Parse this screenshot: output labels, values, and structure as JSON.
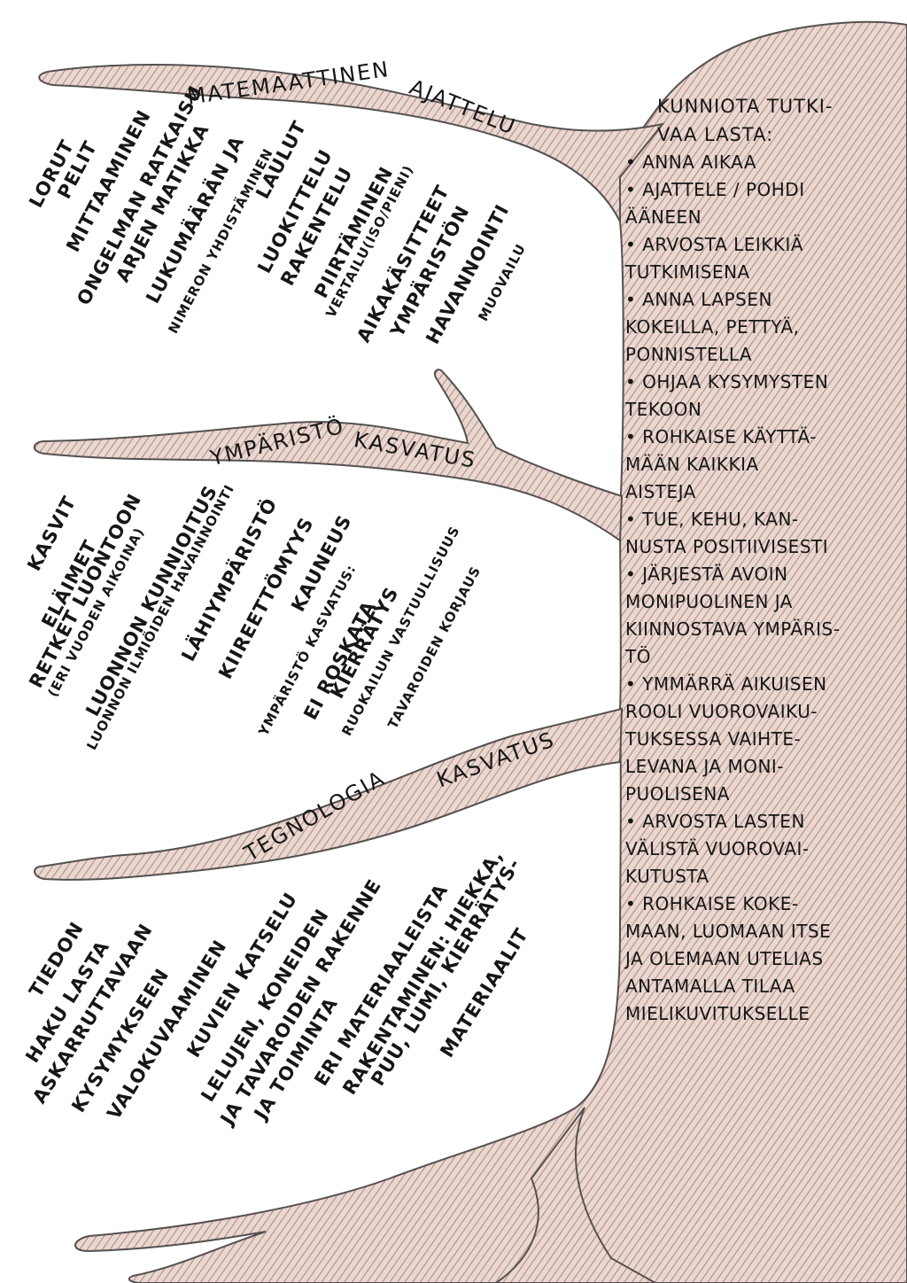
{
  "colors": {
    "bark": "#e8d8d0",
    "bark_outline": "#555050",
    "bark_hatch": "#b88b86",
    "ink": "#161616"
  },
  "branches": [
    {
      "title_a": "MATEMAATTINEN",
      "title_b": "AJATTELU",
      "leaves": [
        "LORUT",
        "PELIT",
        "MITTAAMINEN",
        "ONGELMAN RATKAISU",
        "ARJEN MATIKKA",
        "LUKUMÄÄRÄN JA",
        "NIMERON YHDISTÄMINEN",
        "LAULUT",
        "LUOKITTELU",
        "RAKENTELU",
        "PIIRTÄMINEN",
        "VERTAILU(ISO/PIENI)",
        "AIKAKÄSITTEET",
        "YMPÄRISTÖN",
        "HAVANNOINTI",
        "MUOVAILU"
      ]
    },
    {
      "title_a": "YMPÄRISTÖ",
      "title_b": "KASVATUS",
      "leaves": [
        "KASVIT",
        "ELÄIMET",
        "RETKET LUONTOON",
        "(ERI VUODEN AIKOINA)",
        "LUONNON KUNNIOITUS",
        "LUONNON ILMIÖIDEN HAVAINNOINTI",
        "LÄHIYMPÄRISTÖ",
        "KIIREETTÖMYYS",
        "KAUNEUS",
        "YMPÄRISTÖ KASVATUS:",
        "EI ROSKATA",
        "KIERRÄTYS",
        "RUOKAILUN VASTUULLISUUS",
        "TAVAROIDEN KORJAUS"
      ]
    },
    {
      "title_a": "TEGNOLOGIA",
      "title_b": "KASVATUS",
      "leaves": [
        "TIEDON",
        "HAKU LASTA",
        "ASKARRUTTAVAAN",
        "KYSYMYKSEEN",
        "VALOKUVAAMINEN",
        "KUVIEN KATSELU",
        "LELUJEN, KONEIDEN",
        "JA TAVAROIDEN RAKENNE",
        "JA TOIMINTA",
        "ERI MATERIAALEISTA",
        "RAKENTAMINEN: HIEKKA,",
        "PUU, LUMI, KIERRÄTYS-",
        "MATERIAALIT"
      ]
    }
  ],
  "trunk": {
    "heading_1": "KUNNIOTA TUTKI-",
    "heading_2": "VAA LASTA:",
    "tips": [
      "• ANNA AIKAA",
      "• AJATTELE / POHDI\nÄÄNEEN",
      "• ARVOSTA LEIKKIÄ\nTUTKIMISENA",
      "• ANNA LAPSEN\nKOKEILLA, PETTYÄ,\nPONNISTELLA",
      "• OHJAA KYSYMYSTEN\nTEKOON",
      "• ROHKAISE KÄYTTÄ-\nMÄÄN KAIKKIA\nAISTEJA",
      "• TUE, KEHU, KAN-\nNUSTA POSITIIVISESTI",
      "• JÄRJESTÄ AVOIN\nMONIPUOLINEN JA\nKIINNOSTAVA YMPÄRIS-\nTÖ",
      "• YMMÄRRÄ AIKUISEN\nROOLI VUOROVAIKU-\nTUKSESSA VAIHTE-\nLEVANA JA MONI-\nPUOLISENA",
      "• ARVOSTA LASTEN\nVÄLISTÄ VUOROVAI-\nKUTUSTA",
      "• ROHKAISE KOKE-\nMAAN, LUOMAAN ITSE\nJA OLEMAAN UTELIAS\nANTAMALLA TILAA\nMIELIKUVITUKSELLE"
    ]
  }
}
